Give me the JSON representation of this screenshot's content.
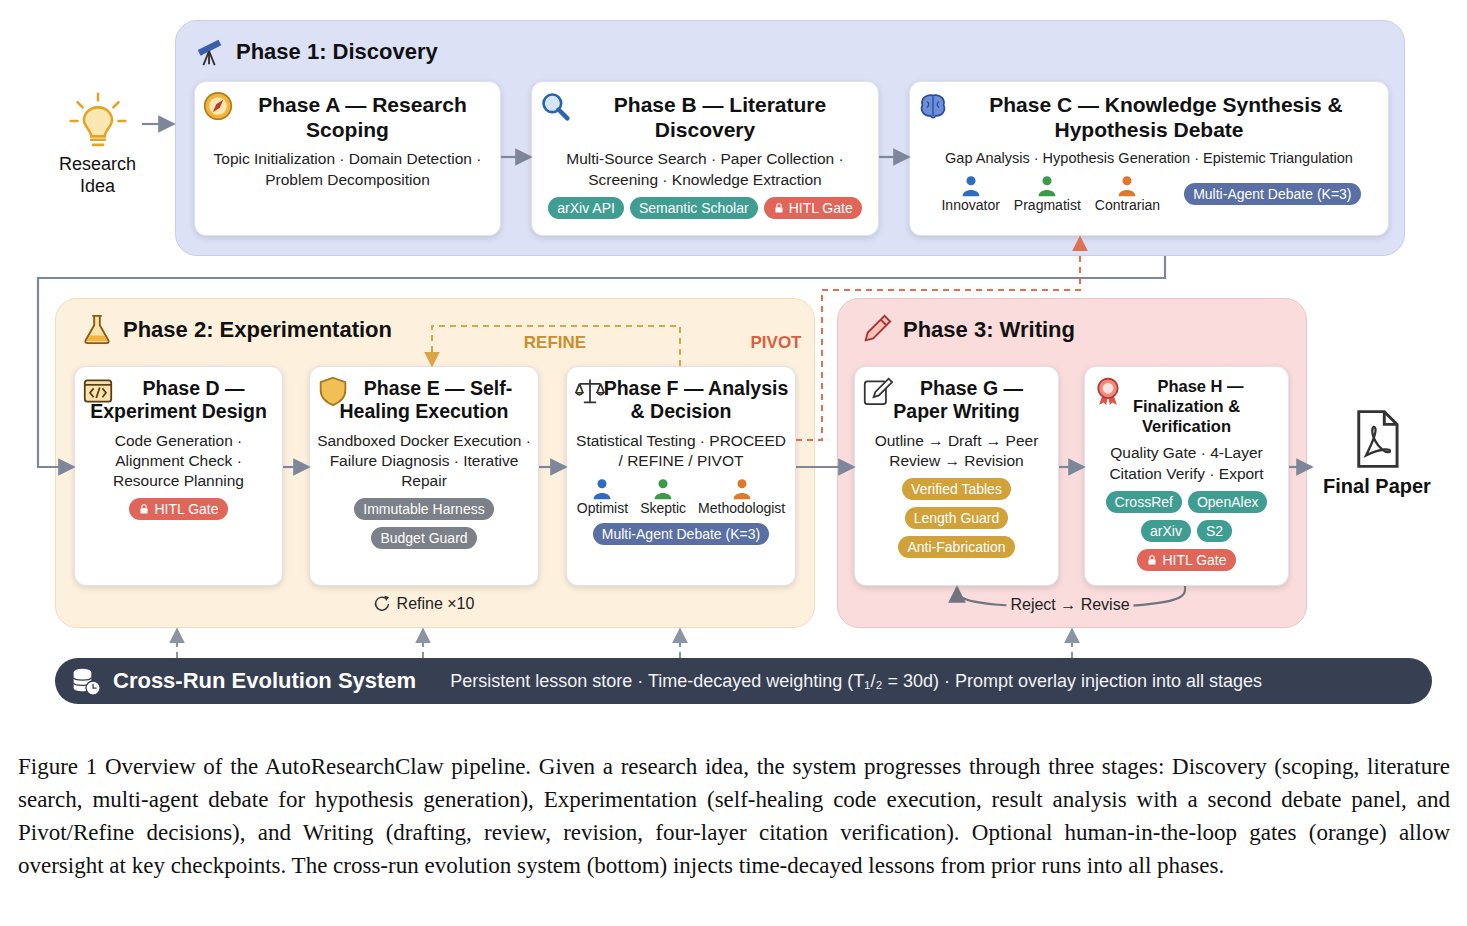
{
  "diagram": {
    "caption": "Figure 1 Overview of the AutoResearchClaw pipeline. Given a research idea, the system progresses through three stages: Discovery (scoping, literature search, multi-agent debate for hypothesis generation), Experimentation (self-healing code execution, result analysis with a second debate panel, and Pivot/Refine decisions), and Writing (drafting, review, revision, four-layer citation verification). Optional human-in-the-loop gates (orange) allow oversight at key checkpoints. The cross-run evolution system (bottom) injects time-decayed lessons from prior runs into all phases.",
    "nodes": [
      {
        "text": [
          "Research Idea"
        ]
      },
      {
        "text": [
          "Phase 1: Discovery"
        ]
      },
      {
        "text": [
          "Phase A — Research Scoping",
          "Topic Initialization · Domain Detection · Problem Decomposition"
        ],
        "in": 1
      },
      {
        "text": [
          "Phase B — Literature Discovery",
          "Multi-Source Search · Paper Collection · Screening · Knowledge Extraction"
        ],
        "in": 1
      },
      {
        "text": [
          "arXiv API"
        ],
        "in": 3
      },
      {
        "text": [
          "Semantic Scholar"
        ],
        "in": 3
      },
      {
        "text": [
          "HITL Gate"
        ],
        "in": 3
      },
      {
        "text": [
          "Phase C — Knowledge Synthesis & Hypothesis Debate",
          "Gap Analysis · Hypothesis Generation · Epistemic Triangulation",
          "Innovator",
          "Pragmatist",
          "Contrarian"
        ],
        "in": 1
      },
      {
        "text": [
          "Multi-Agent Debate (K=3)"
        ],
        "in": 7
      },
      {
        "text": [
          "Phase 2: Experimentation"
        ]
      },
      {
        "text": [
          "Phase D — Experiment Design",
          "Code Generation · Alignment Check · Resource Planning"
        ],
        "in": 9
      },
      {
        "text": [
          "HITL Gate"
        ],
        "in": 10
      },
      {
        "text": [
          "Phase E — Self-Healing Execution",
          "Sandboxed Docker Execution · Failure Diagnosis · Iterative Repair"
        ],
        "in": 9
      },
      {
        "text": [
          "Immutable Harness"
        ],
        "in": 12
      },
      {
        "text": [
          "Budget Guard"
        ],
        "in": 12
      },
      {
        "text": [
          "Phase F — Analysis & Decision",
          "Statistical Testing · PROCEED / REFINE / PIVOT",
          "Optimist",
          "Skeptic",
          "Methodologist"
        ],
        "in": 9
      },
      {
        "text": [
          "Multi-Agent Debate (K=3)"
        ],
        "in": 15
      },
      {
        "text": [
          "Phase 3: Writing"
        ]
      },
      {
        "text": [
          "Phase G — Paper Writing",
          "Outline → Draft → Peer Review → Revision"
        ],
        "in": 17
      },
      {
        "text": [
          "Verified Tables"
        ],
        "in": 18
      },
      {
        "text": [
          "Length Guard"
        ],
        "in": 18
      },
      {
        "text": [
          "Anti-Fabrication"
        ],
        "in": 18
      },
      {
        "text": [
          "Phase H — Finalization & Verification",
          "Quality Gate · 4-Layer Citation Verify · Export"
        ],
        "in": 17
      },
      {
        "text": [
          "CrossRef"
        ],
        "in": 22
      },
      {
        "text": [
          "OpenAlex"
        ],
        "in": 22
      },
      {
        "text": [
          "arXiv"
        ],
        "in": 22
      },
      {
        "text": [
          "S2"
        ],
        "in": 22
      },
      {
        "text": [
          "HITL Gate"
        ],
        "in": 22
      },
      {
        "text": [
          "Final Paper"
        ]
      },
      {
        "text": [
          "Cross-Run Evolution System",
          "Persistent lesson store · Time-decayed weighting (T₁/₂ = 30d) · Prompt overlay injection into all stages"
        ]
      }
    ],
    "edges": [
      {
        "from": 0,
        "to": 1,
        "arrow": "to"
      },
      {
        "from": 2,
        "to": 3,
        "arrow": "to"
      },
      {
        "from": 3,
        "to": 7,
        "arrow": "to"
      },
      {
        "from": 1,
        "to": 10,
        "arrow": "to"
      },
      {
        "from": 10,
        "to": 12,
        "arrow": "to"
      },
      {
        "from": 12,
        "to": 15,
        "arrow": "to"
      },
      {
        "from": 15,
        "to": 12,
        "label": "REFINE",
        "arrow": "to"
      },
      {
        "from": 15,
        "to": 7,
        "label": "PIVOT",
        "arrow": "to"
      },
      {
        "from": 15,
        "to": 18,
        "arrow": "to"
      },
      {
        "from": 18,
        "to": 22,
        "arrow": "to"
      },
      {
        "from": 22,
        "to": 18,
        "label": "Reject → Revise",
        "arrow": "to"
      },
      {
        "from": 22,
        "to": 28,
        "arrow": "to"
      },
      {
        "from": 29,
        "to": 9,
        "arrow": "to"
      },
      {
        "from": 29,
        "to": 9,
        "arrow": "to"
      },
      {
        "from": 29,
        "to": 9,
        "arrow": "to"
      },
      {
        "from": 29,
        "to": 17,
        "arrow": "to"
      }
    ],
    "labels": [
      "Refine ×10"
    ]
  }
}
